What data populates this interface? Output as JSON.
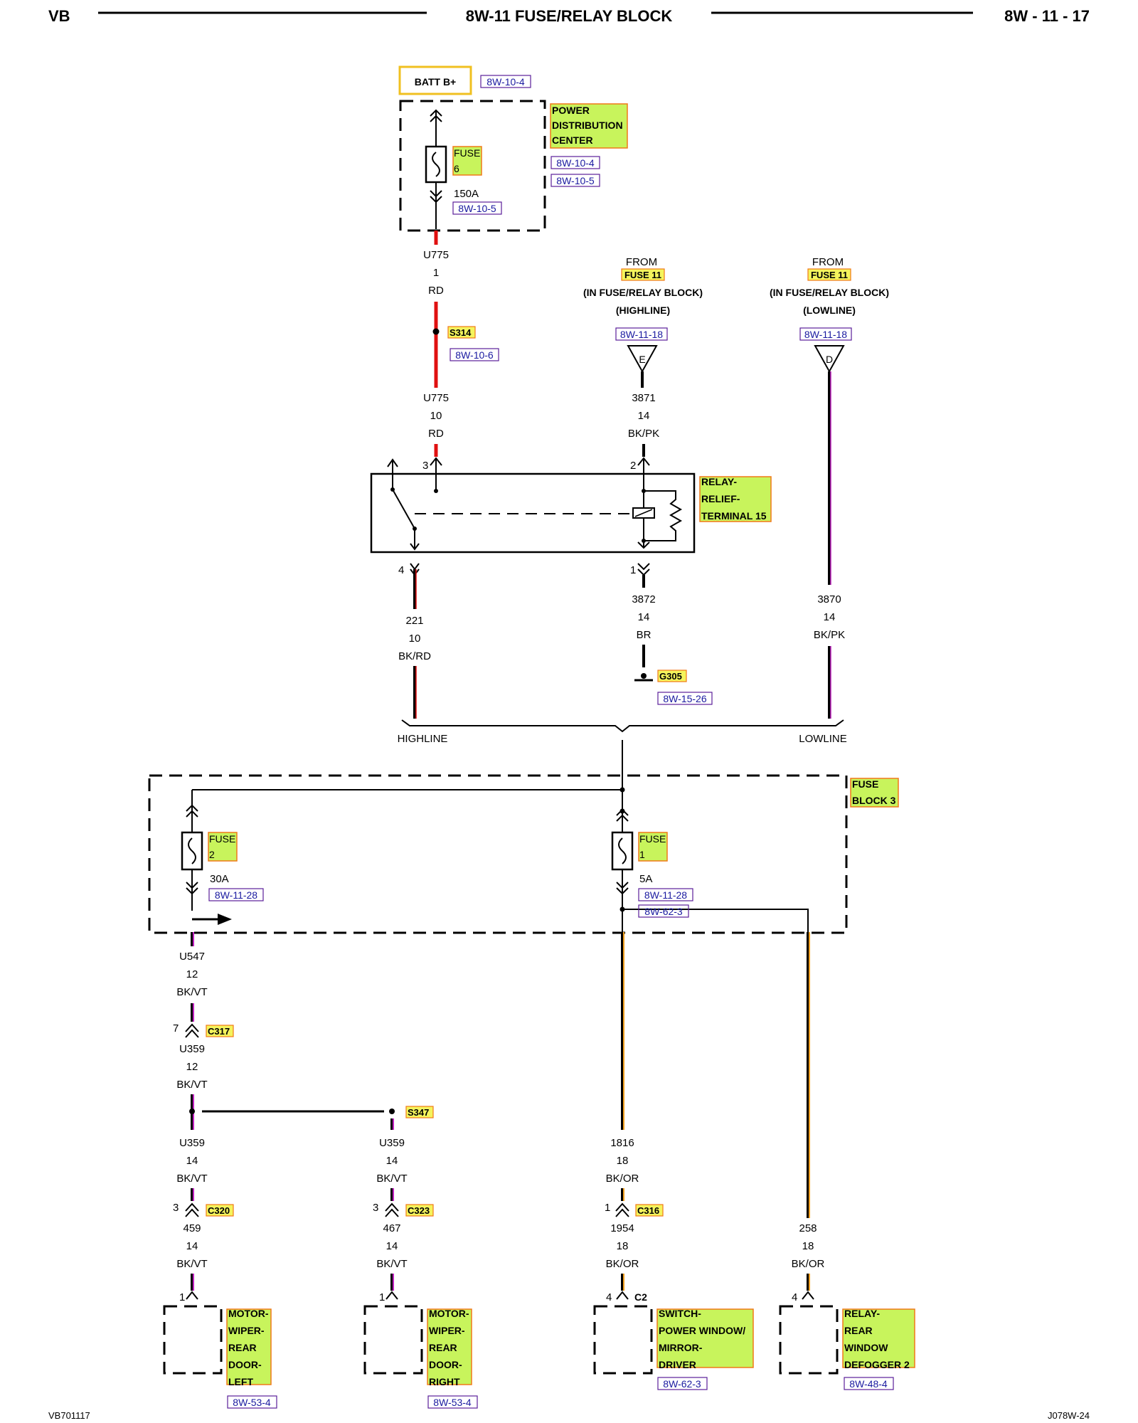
{
  "header": {
    "left": "VB",
    "title": "8W-11 FUSE/RELAY BLOCK",
    "page": "8W - 11 - 17"
  },
  "footer": {
    "left": "VB701117",
    "right": "J078W-24"
  },
  "colors": {
    "red": "#e01010",
    "orange": "#f0a020",
    "violet": "#c020c0",
    "highlight": "#c8f45c",
    "highlight_border": "#f07818",
    "ref_border": "#5a1e9a"
  },
  "batt": {
    "label": "BATT B+",
    "ref": "8W-10-4"
  },
  "pdc": {
    "name_lines": [
      "POWER",
      "DISTRIBUTION",
      "CENTER"
    ],
    "refs": [
      "8W-10-4",
      "8W-10-5"
    ],
    "fuse_lines": [
      "FUSE",
      "6"
    ],
    "fuse_rating": "150A",
    "fuse_ref": "8W-10-5"
  },
  "wire_u775_top": {
    "circuit": "U775",
    "gauge": "1",
    "color": "RD"
  },
  "splice_s314": {
    "label": "S314",
    "ref": "8W-10-6"
  },
  "wire_u775_bottom": {
    "circuit": "U775",
    "gauge": "10",
    "color": "RD"
  },
  "from_highline": {
    "lines": [
      "FROM",
      "FUSE 11",
      "(IN FUSE/RELAY BLOCK)",
      "(HIGHLINE)"
    ],
    "ref": "8W-11-18",
    "pin": "E"
  },
  "from_lowline": {
    "lines": [
      "FROM",
      "FUSE 11",
      "(IN FUSE/RELAY BLOCK)",
      "(LOWLINE)"
    ],
    "ref": "8W-11-18",
    "pin": "D"
  },
  "wire_3871": {
    "circuit": "3871",
    "gauge": "14",
    "color": "BK/PK"
  },
  "relay": {
    "name_lines": [
      "RELAY-",
      "RELIEF-",
      "TERMINAL 15"
    ],
    "pins": {
      "p3": "3",
      "p2": "2",
      "p4": "4",
      "p1": "1"
    }
  },
  "wire_221": {
    "circuit": "221",
    "gauge": "10",
    "color": "BK/RD"
  },
  "wire_3872": {
    "circuit": "3872",
    "gauge": "14",
    "color": "BR"
  },
  "ground_g305": {
    "label": "G305",
    "ref": "8W-15-26"
  },
  "wire_3870": {
    "circuit": "3870",
    "gauge": "14",
    "color": "BK/PK"
  },
  "options": {
    "highline": "HIGHLINE",
    "lowline": "LOWLINE"
  },
  "fuse_block": {
    "name_lines": [
      "FUSE",
      "BLOCK 3"
    ],
    "fuse2_lines": [
      "FUSE",
      "2"
    ],
    "fuse2_rating": "30A",
    "fuse2_ref": "8W-11-28",
    "fuse1_lines": [
      "FUSE",
      "1"
    ],
    "fuse1_rating": "5A",
    "fuse1_refs": [
      "8W-11-28",
      "8W-62-3"
    ]
  },
  "wire_u547": {
    "circuit": "U547",
    "gauge": "12",
    "color": "BK/VT"
  },
  "conn_c317": {
    "label": "C317",
    "pin": "7"
  },
  "wire_u359_a": {
    "circuit": "U359",
    "gauge": "12",
    "color": "BK/VT"
  },
  "splice_s347": {
    "label": "S347"
  },
  "wire_u359_left": {
    "circuit": "U359",
    "gauge": "14",
    "color": "BK/VT"
  },
  "wire_u359_mid": {
    "circuit": "U359",
    "gauge": "14",
    "color": "BK/VT"
  },
  "wire_1816": {
    "circuit": "1816",
    "gauge": "18",
    "color": "BK/OR"
  },
  "conn_c320": {
    "label": "C320",
    "pin": "3"
  },
  "conn_c323": {
    "label": "C323",
    "pin": "3"
  },
  "conn_c316": {
    "label": "C316",
    "pin": "1"
  },
  "wire_459": {
    "circuit": "459",
    "gauge": "14",
    "color": "BK/VT"
  },
  "wire_467": {
    "circuit": "467",
    "gauge": "14",
    "color": "BK/VT"
  },
  "wire_1954": {
    "circuit": "1954",
    "gauge": "18",
    "color": "BK/OR"
  },
  "wire_258": {
    "circuit": "258",
    "gauge": "18",
    "color": "BK/OR"
  },
  "comp_motor_left": {
    "name_lines": [
      "MOTOR-",
      "WIPER-",
      "REAR",
      "DOOR-",
      "LEFT"
    ],
    "ref": "8W-53-4",
    "pin": "1"
  },
  "comp_motor_right": {
    "name_lines": [
      "MOTOR-",
      "WIPER-",
      "REAR",
      "DOOR-",
      "RIGHT"
    ],
    "ref": "8W-53-4",
    "pin": "1"
  },
  "comp_switch": {
    "name_lines": [
      "SWITCH-",
      "POWER WINDOW/",
      "MIRROR-",
      "DRIVER"
    ],
    "ref": "8W-62-3",
    "pin": "4",
    "conn": "C2"
  },
  "comp_relay_defog": {
    "name_lines": [
      "RELAY-",
      "REAR",
      "WINDOW",
      "DEFOGGER 2"
    ],
    "ref": "8W-48-4",
    "pin": "4"
  }
}
